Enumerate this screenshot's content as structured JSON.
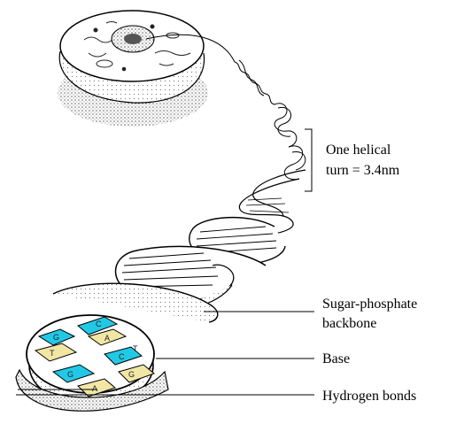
{
  "labels": {
    "helical_turn_line1": "One helical",
    "helical_turn_line2": "turn = 3.4nm",
    "backbone_line1": "Sugar-phosphate",
    "backbone_line2": "backbone",
    "base": "Base",
    "hydrogen_bonds": "Hydrogen bonds"
  },
  "base_letters": [
    "G",
    "C",
    "T",
    "A",
    "C",
    "G",
    "G",
    "T",
    "A"
  ],
  "colors": {
    "base_cyan": "#22c9e6",
    "base_yellow": "#f1e6a4",
    "outline": "#000000"
  }
}
